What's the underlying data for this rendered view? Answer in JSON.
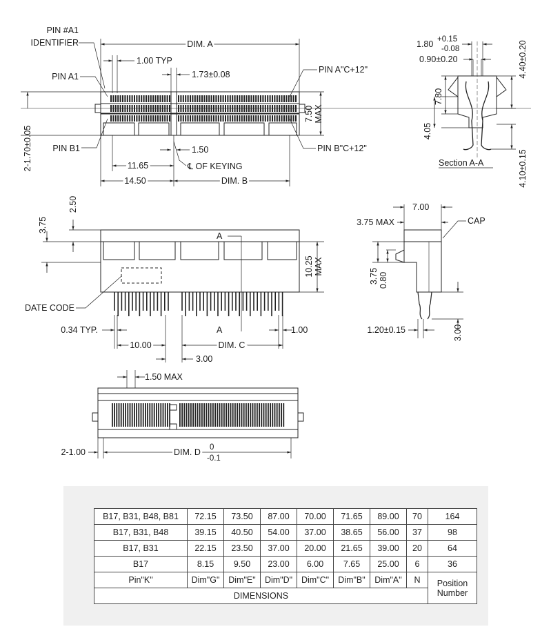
{
  "top_view": {
    "pin_a1_identifier": [
      "PIN #A1",
      "IDENTIFIER"
    ],
    "dim_a": "DIM. A",
    "pitch": "1.00 TYP",
    "pin_a1": "PIN A1",
    "offset": "1.73±0.08",
    "pin_a_last": "PIN A\"C+12\"",
    "pin_b1": "PIN B1",
    "pin_b_last": "PIN B\"C+12\"",
    "height_max": [
      "7.50",
      "MAX"
    ],
    "post_dia": "2-1.70±0.05",
    "key_width": "1.50",
    "key_offset": "11.65",
    "keying_cl": "℄ OF KEYING",
    "length_a": "14.50",
    "dim_b": "DIM. B"
  },
  "section_view": {
    "contact_width": "1.80",
    "contact_width_upper": "+0.15",
    "contact_width_lower": "-0.08",
    "contact_gap": "0.90±0.20",
    "top_height": "4.40±0.20",
    "body_height": "7.80",
    "lead_height": "4.05",
    "tail_length": "4.10±0.15",
    "caption": "Section A-A"
  },
  "front_view": {
    "standoff_top": "2.50",
    "standoff": "3.75",
    "section_marker": "A",
    "height_max": [
      "10.25",
      "MAX"
    ],
    "date_code": "DATE CODE",
    "lead_width": "0.34 TYP.",
    "section_marker_bottom": "A",
    "lead_pitch": "1.00",
    "lead_offset": "10.00",
    "dim_c": "DIM. C",
    "lead_gap": "3.00"
  },
  "side_view": {
    "width": "7.00",
    "cap_height": "3.75 MAX",
    "cap_label": "CAP",
    "slot_depth": "3.75",
    "slot_lip": "0.80",
    "tail_width": "1.20±0.15",
    "tail_length": "3.00"
  },
  "bottom_view": {
    "rib_width": "1.50 MAX",
    "post_offset": "2-1.00",
    "dim_d": "DIM. D",
    "dim_d_upper": "0",
    "dim_d_lower": "-0.1"
  },
  "table": {
    "rows": [
      {
        "pin_k": "B17, B31, B48, B81",
        "dims": [
          "72.15",
          "73.50",
          "87.00",
          "70.00",
          "71.65",
          "89.00"
        ],
        "n": "70",
        "position": "164"
      },
      {
        "pin_k": "B17, B31, B48",
        "dims": [
          "39.15",
          "40.50",
          "54.00",
          "37.00",
          "38.65",
          "56.00"
        ],
        "n": "37",
        "position": "98"
      },
      {
        "pin_k": "B17, B31",
        "dims": [
          "22.15",
          "23.50",
          "37.00",
          "20.00",
          "21.65",
          "39.00"
        ],
        "n": "20",
        "position": "64"
      },
      {
        "pin_k": "B17",
        "dims": [
          "8.15",
          "9.50",
          "23.00",
          "6.00",
          "7.65",
          "25.00"
        ],
        "n": "6",
        "position": "36"
      }
    ],
    "header": {
      "pin_k": "Pin\"K\"",
      "dims": [
        "Dim\"G\"",
        "Dim\"E\"",
        "Dim\"D\"",
        "Dim\"C\"",
        "Dim\"B\"",
        "Dim\"A\""
      ],
      "n": "N",
      "position": [
        "Position",
        "Number"
      ]
    },
    "footer": "DIMENSIONS"
  }
}
